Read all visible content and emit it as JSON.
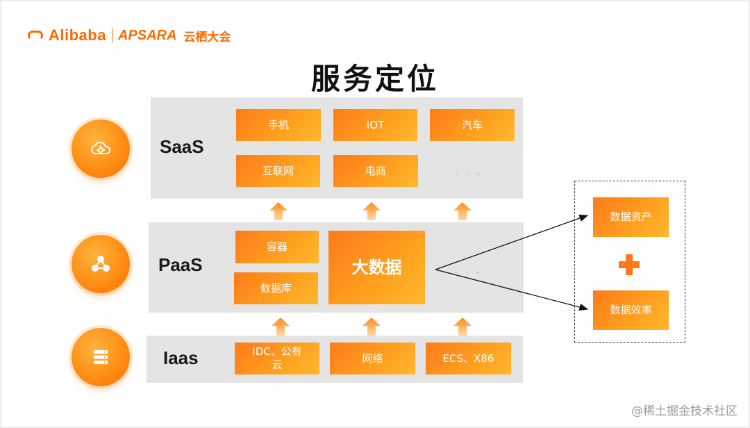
{
  "header": {
    "brand": "Alibaba",
    "product": "APSARA",
    "event": "云栖大会"
  },
  "title": "服务定位",
  "layers": {
    "saas": {
      "label": "SaaS",
      "icon": "cloud-icon",
      "items": [
        "手机",
        "IOT",
        "汽车",
        "互联网",
        "电商"
      ],
      "more": ". . ."
    },
    "paas": {
      "label": "PaaS",
      "icon": "network-icon",
      "items": [
        "容器",
        "数据库"
      ],
      "highlight": "大数据",
      "more": ". . ."
    },
    "iaas": {
      "label": "Iaas",
      "icon": "server-icon",
      "items": [
        "IDC、公有云",
        "网络",
        "ECS、X86"
      ]
    }
  },
  "outcomes": {
    "top": "数据资产",
    "bottom": "数据效率"
  },
  "watermark": "@稀土掘金技术社区",
  "colors": {
    "accent": "#ff7a1a",
    "band": "#e4e4e4"
  }
}
